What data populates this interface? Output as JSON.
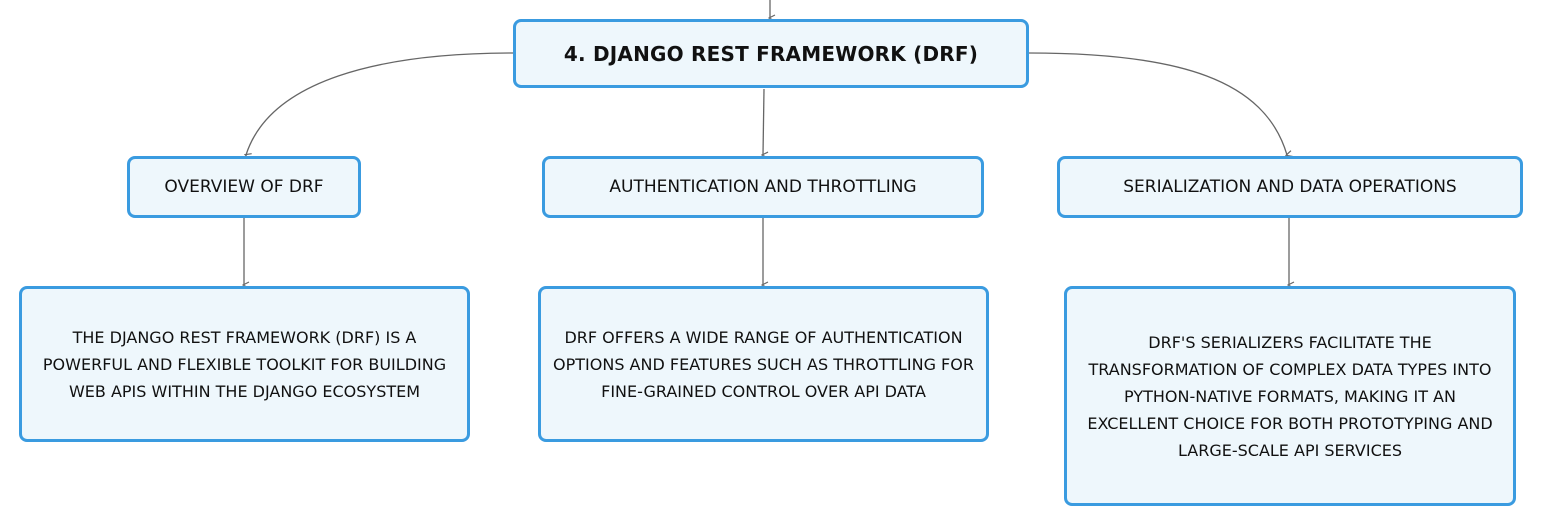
{
  "root": {
    "title": "4. DJANGO REST FRAMEWORK (DRF)"
  },
  "branches": [
    {
      "title": "OVERVIEW OF DRF",
      "detail": "THE DJANGO REST FRAMEWORK (DRF) IS A POWERFUL AND FLEXIBLE TOOLKIT FOR BUILDING WEB APIS WITHIN THE DJANGO ECOSYSTEM"
    },
    {
      "title": "AUTHENTICATION AND THROTTLING",
      "detail": "DRF OFFERS A WIDE RANGE OF AUTHENTICATION OPTIONS AND FEATURES SUCH AS THROTTLING FOR FINE-GRAINED CONTROL OVER API DATA"
    },
    {
      "title": "SERIALIZATION AND DATA OPERATIONS",
      "detail": "DRF'S SERIALIZERS FACILITATE THE TRANSFORMATION OF COMPLEX DATA TYPES INTO PYTHON-NATIVE FORMATS, MAKING IT AN EXCELLENT CHOICE FOR BOTH PROTOTYPING AND LARGE-SCALE API SERVICES"
    }
  ],
  "colors": {
    "node_border": "#3a9be0",
    "node_fill": "#eef7fc",
    "connector": "#666666"
  }
}
